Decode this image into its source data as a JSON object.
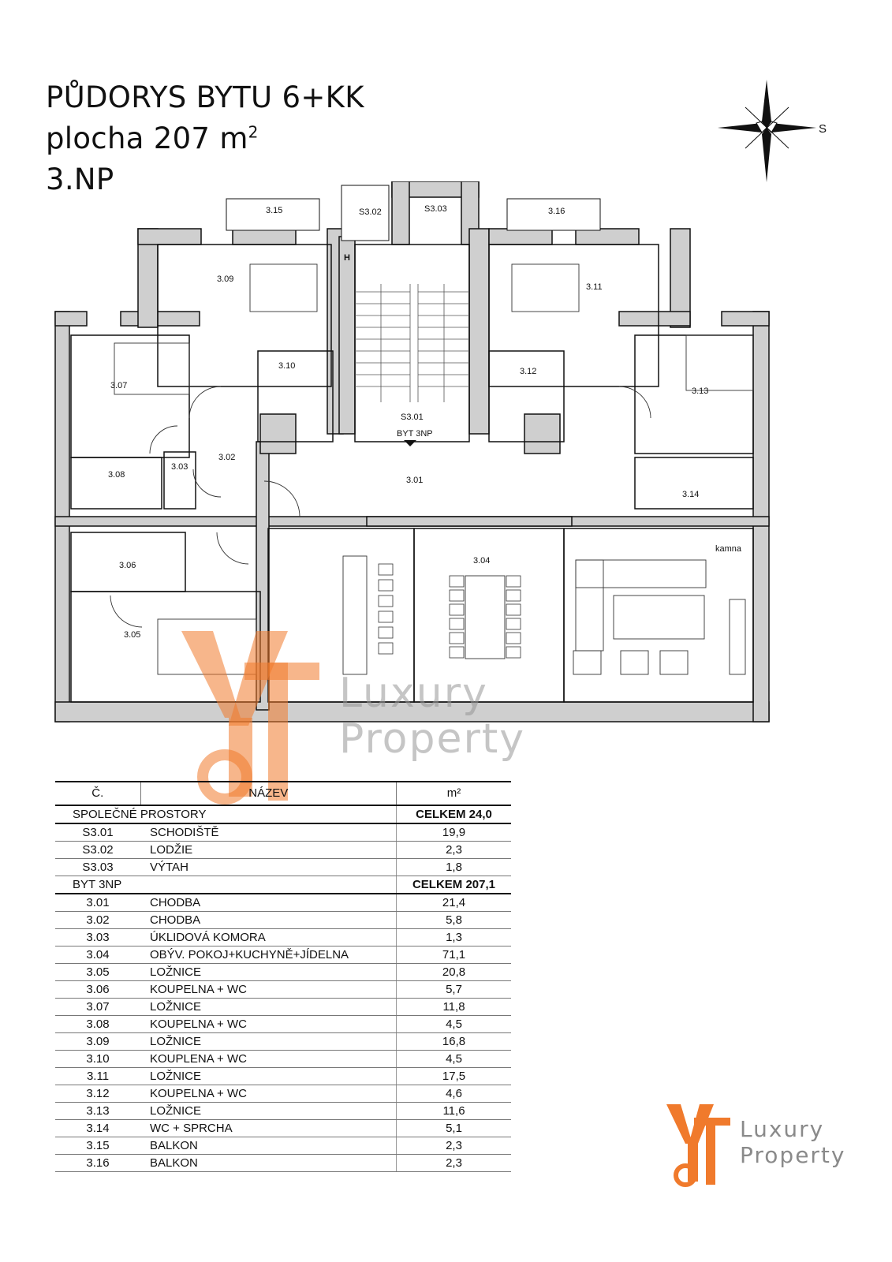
{
  "title": {
    "line1": "PŮDORYS BYTU 6+KK",
    "line2_text": "plocha 207 m",
    "line2_sup": "2",
    "line3": "3.NP"
  },
  "compass_label": "S",
  "plan_labels": {
    "r315": "3.15",
    "rs302": "S3.02",
    "rs303": "S3.03",
    "r316": "3.16",
    "r309": "3.09",
    "r311": "3.11",
    "r310": "3.10",
    "r312": "3.12",
    "r307": "3.07",
    "r313": "3.13",
    "rs301": "S3.01",
    "byt": "BYT 3NP",
    "r302": "3.02",
    "r303": "3.03",
    "r308": "3.08",
    "r301": "3.01",
    "r314": "3.14",
    "r306": "3.06",
    "r304": "3.04",
    "r305": "3.05",
    "kamna": "kamna",
    "h": "H"
  },
  "watermark": {
    "line1": "Luxury",
    "line2": "Property"
  },
  "logo": {
    "line1": "Luxury",
    "line2": "Property"
  },
  "table": {
    "headers": {
      "num": "Č.",
      "name": "NÁZEV",
      "area": "m²"
    },
    "groups": [
      {
        "name": "SPOLEČNÉ PROSTORY",
        "total": "CELKEM 24,0",
        "rows": [
          {
            "num": "S3.01",
            "name": "SCHODIŠTĚ",
            "area": "19,9"
          },
          {
            "num": "S3.02",
            "name": "LODŽIE",
            "area": "2,3"
          },
          {
            "num": "S3.03",
            "name": "VÝTAH",
            "area": "1,8"
          }
        ]
      },
      {
        "name": "BYT 3NP",
        "total": "CELKEM 207,1",
        "rows": [
          {
            "num": "3.01",
            "name": "CHODBA",
            "area": "21,4"
          },
          {
            "num": "3.02",
            "name": "CHODBA",
            "area": "5,8"
          },
          {
            "num": "3.03",
            "name": "ÚKLIDOVÁ KOMORA",
            "area": "1,3"
          },
          {
            "num": "3.04",
            "name": "OBÝV. POKOJ+KUCHYNĚ+JÍDELNA",
            "area": "71,1"
          },
          {
            "num": "3.05",
            "name": "LOŽNICE",
            "area": "20,8"
          },
          {
            "num": "3.06",
            "name": "KOUPELNA + WC",
            "area": "5,7"
          },
          {
            "num": "3.07",
            "name": "LOŽNICE",
            "area": "11,8"
          },
          {
            "num": "3.08",
            "name": "KOUPELNA + WC",
            "area": "4,5"
          },
          {
            "num": "3.09",
            "name": "LOŽNICE",
            "area": "16,8"
          },
          {
            "num": "3.10",
            "name": "KOUPLENA + WC",
            "area": "4,5"
          },
          {
            "num": "3.11",
            "name": "LOŽNICE",
            "area": "17,5"
          },
          {
            "num": "3.12",
            "name": "KOUPELNA + WC",
            "area": "4,6"
          },
          {
            "num": "3.13",
            "name": "LOŽNICE",
            "area": "11,6"
          },
          {
            "num": "3.14",
            "name": "WC + SPRCHA",
            "area": "5,1"
          },
          {
            "num": "3.15",
            "name": "BALKON",
            "area": "2,3"
          },
          {
            "num": "3.16",
            "name": "BALKON",
            "area": "2,3"
          }
        ]
      }
    ]
  },
  "colors": {
    "brand_orange": "#f07a2c",
    "wall_gray": "#cfcfcf",
    "wall_edge": "#111111",
    "logo_gray": "#8a8a8a"
  }
}
